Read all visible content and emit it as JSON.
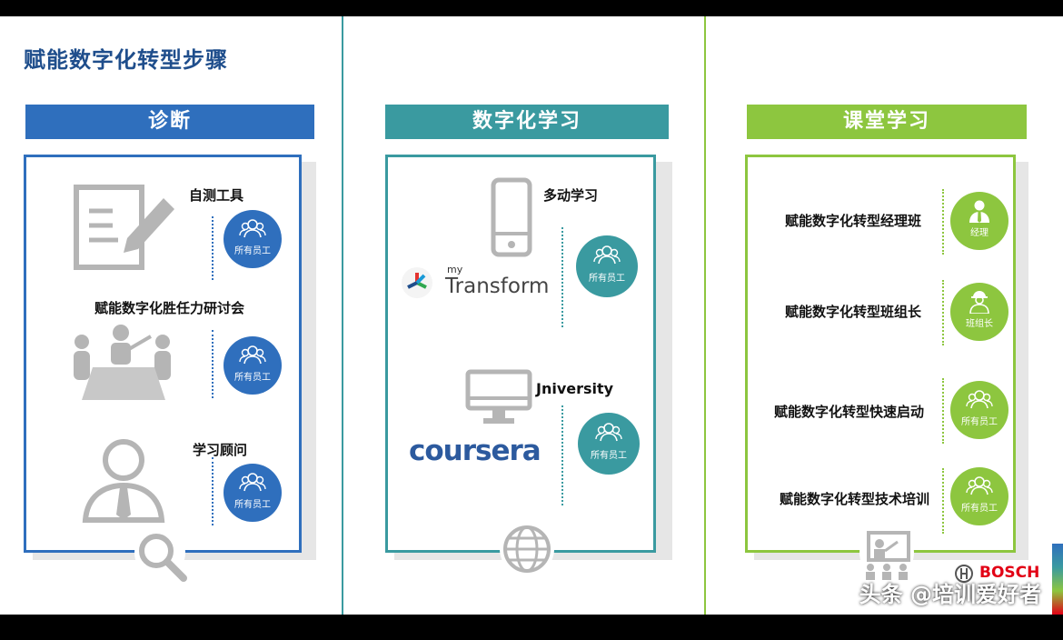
{
  "title": "赋能数字化转型步骤",
  "colors": {
    "blue": "#2f6fbd",
    "teal": "#3a9aa0",
    "green": "#8dc63f"
  },
  "columns": [
    {
      "header": "诊断",
      "items": [
        {
          "label": "自测工具",
          "icon": "document-pen-icon",
          "badge": "所有员工"
        },
        {
          "label": "赋能数字化胜任力研讨会",
          "icon": "meeting-icon",
          "badge": "所有员工"
        },
        {
          "label": "学习顾问",
          "icon": "consultant-icon",
          "badge": "所有员工"
        }
      ],
      "bottom_icon": "magnifier-icon"
    },
    {
      "header": "数字化学习",
      "items": [
        {
          "label": "多动学习",
          "icon": "smartphone-icon",
          "badge": "所有员工",
          "logo_small": "my",
          "logo_main": "Transform"
        },
        {
          "label": "Jniversity",
          "icon": "desktop-icon",
          "badge": "所有员工",
          "logo_main": "coursera"
        }
      ],
      "bottom_icon": "globe-icon"
    },
    {
      "header": "课堂学习",
      "items": [
        {
          "label": "赋能数字化转型经理班",
          "badge": "经理",
          "badge_icon": "manager-icon"
        },
        {
          "label": "赋能数字化转型班组长",
          "badge": "班组长",
          "badge_icon": "worker-icon"
        },
        {
          "label": "赋能数字化转型快速启动",
          "badge": "所有员工",
          "badge_icon": "group-icon"
        },
        {
          "label": "赋能数字化转型技术培训",
          "badge": "所有员工",
          "badge_icon": "group-icon"
        }
      ],
      "bottom_icon": "classroom-icon"
    }
  ],
  "brand": "BOSCH",
  "watermark": "头条 @培训爱好者"
}
